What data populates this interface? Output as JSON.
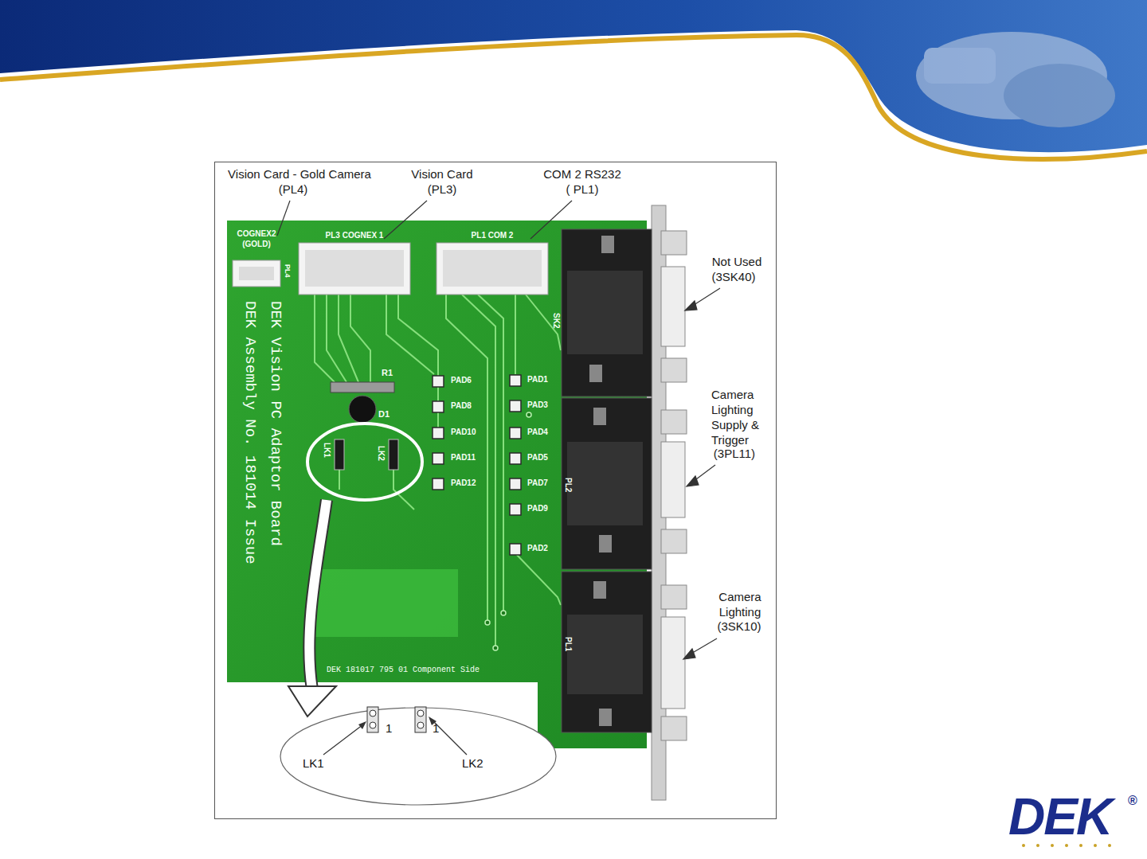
{
  "diagram": {
    "nodes": [
      {
        "text": [
          "1",
          "1",
          "LK1",
          "LK2"
        ]
      }
    ],
    "labels": [
      "Vision Card - Gold Camera",
      "(PL4)",
      "Vision Card",
      "(PL3)",
      "COM 2 RS232",
      "( PL1)",
      "Not Used",
      "(3SK40)",
      "Camera Lighting Supply & Trigger",
      "(3PL11)",
      "Camera Lighting",
      "(3SK10)",
      "COGNEX2",
      "(GOLD)",
      "PL4",
      "PL3 COGNEX 1",
      "PL1 COM 2",
      "SK2",
      "R1",
      "D1",
      "LK1",
      "LK2",
      "DEK Vision PC Adaptor Board",
      "DEK Assembly No. 181014 Issue",
      "PAD6",
      "PAD8",
      "PAD10",
      "PAD11",
      "PAD12",
      "PAD1",
      "PAD3",
      "PAD4",
      "PAD5",
      "PAD7",
      "PAD9",
      "PAD2",
      "PL2",
      "PL1",
      "DEK 181017 795 01 Component Side",
      "DEK",
      "®"
    ]
  }
}
